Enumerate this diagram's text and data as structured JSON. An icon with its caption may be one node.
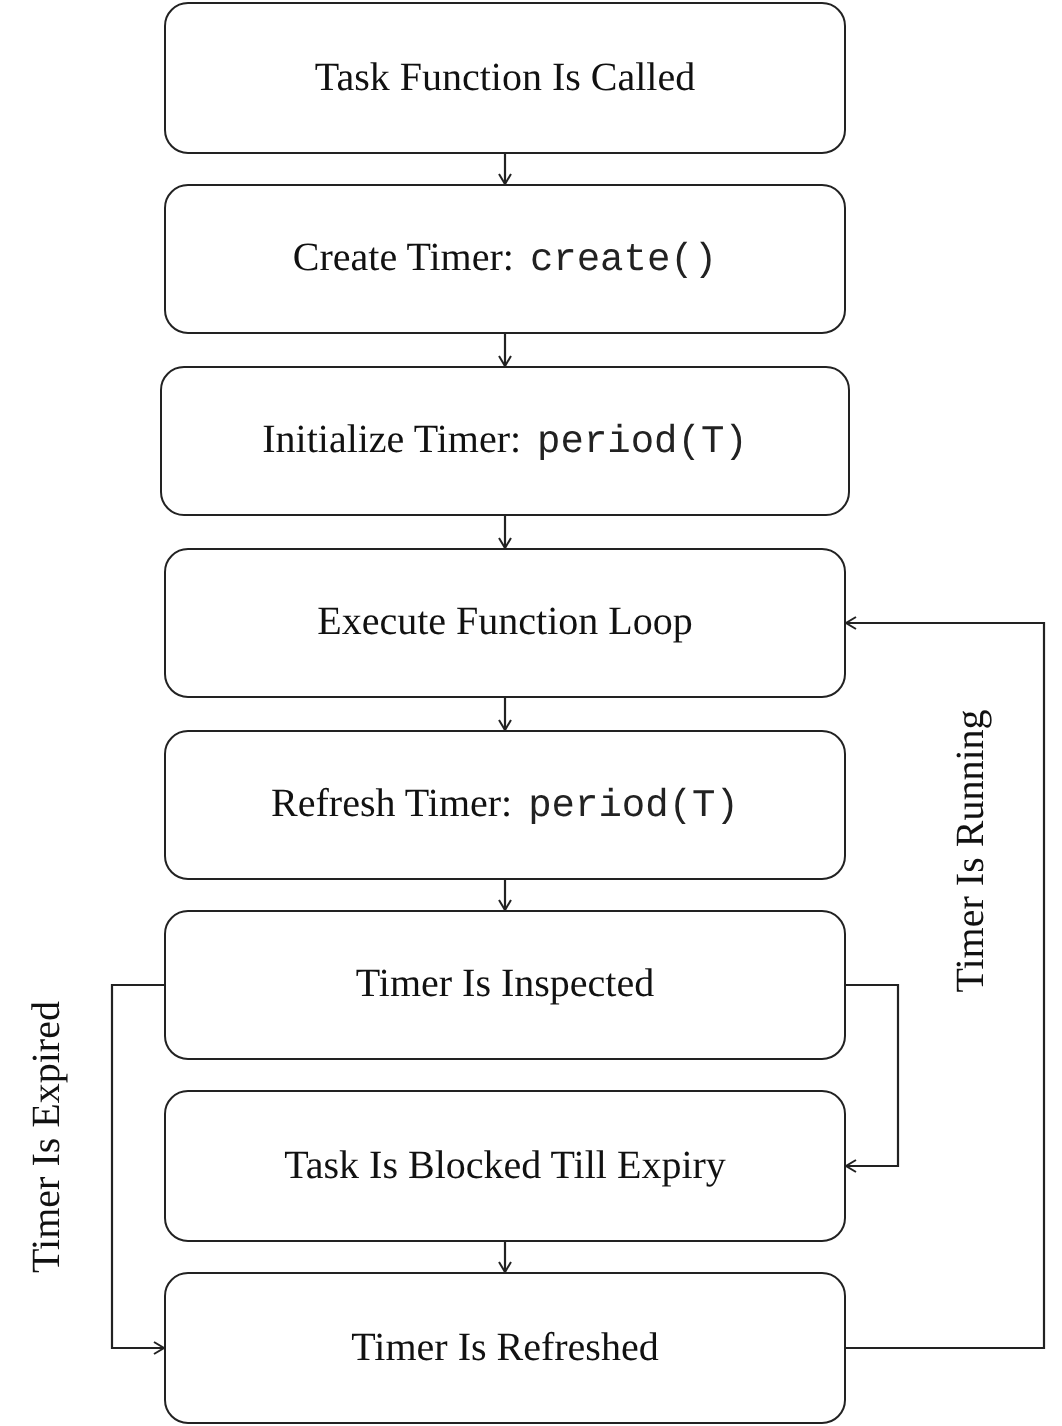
{
  "diagram": {
    "nodes": [
      {
        "text": [
          "Task Function Is Called"
        ]
      },
      {
        "text": [
          "Create Timer:",
          "create()"
        ]
      },
      {
        "text": [
          "Initialize Timer:",
          "period(T)"
        ]
      },
      {
        "text": [
          "Execute Function Loop"
        ]
      },
      {
        "text": [
          "Refresh Timer:",
          "period(T)"
        ]
      },
      {
        "text": [
          "Timer Is Inspected"
        ]
      },
      {
        "text": [
          "Task Is Blocked Till Expiry"
        ]
      },
      {
        "text": [
          "Timer Is Refreshed"
        ]
      }
    ],
    "edges": [
      {
        "from": 0,
        "to": 1,
        "arrow": "to"
      },
      {
        "from": 1,
        "to": 2,
        "arrow": "to"
      },
      {
        "from": 2,
        "to": 3,
        "arrow": "to"
      },
      {
        "from": 3,
        "to": 4,
        "arrow": "to"
      },
      {
        "from": 4,
        "to": 5,
        "arrow": "to"
      },
      {
        "from": 5,
        "to": 6,
        "arrow": "to",
        "label": "Timer Is Running"
      },
      {
        "from": 5,
        "to": 7,
        "arrow": "to",
        "label": "Timer Is Expired"
      },
      {
        "from": 6,
        "to": 7,
        "arrow": "to"
      },
      {
        "from": 7,
        "to": 3,
        "arrow": "to"
      }
    ]
  }
}
